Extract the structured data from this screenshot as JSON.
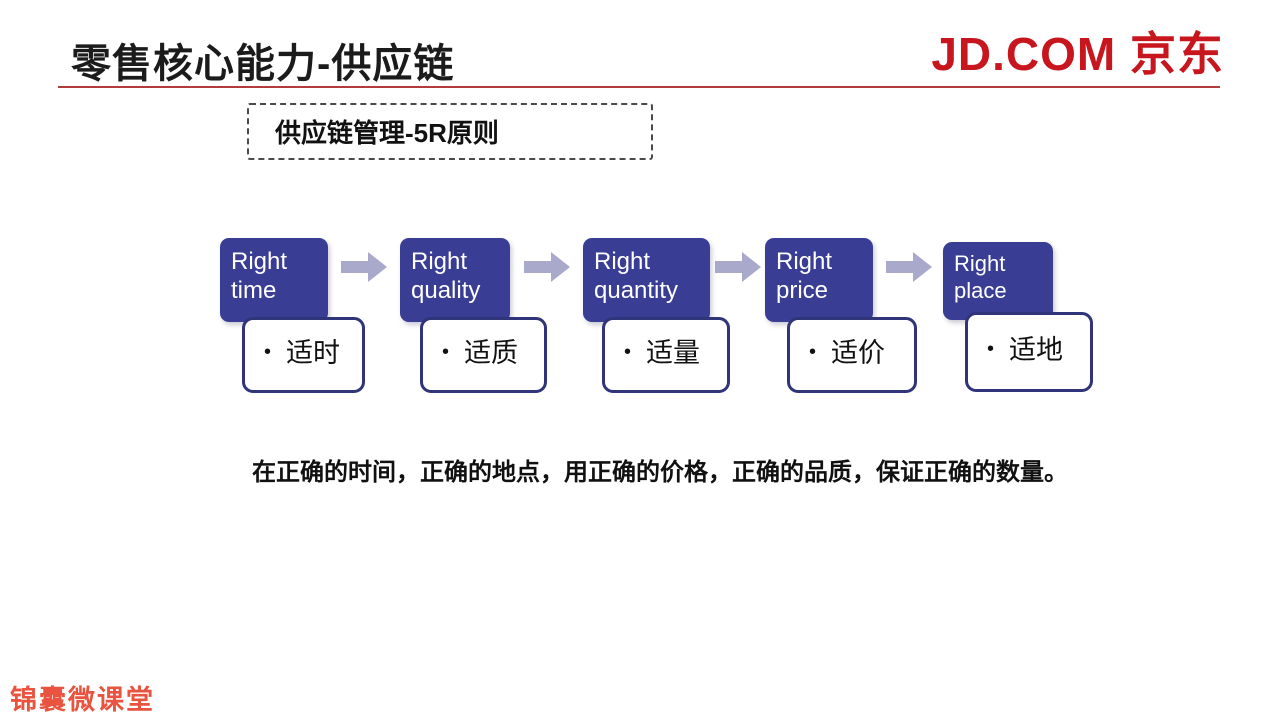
{
  "page": {
    "title": "零售核心能力-供应链",
    "brand_logo": "JD.COM 京东",
    "footer_logo": "锦囊微课堂"
  },
  "subtitle_box": {
    "label": "供应链管理-5R原则"
  },
  "diagram": {
    "bullet": "•",
    "steps": [
      {
        "en": "Right time",
        "cn": "适时"
      },
      {
        "en": "Right quality",
        "cn": "适质"
      },
      {
        "en": "Right quantity",
        "cn": "适量"
      },
      {
        "en": "Right price",
        "cn": "适价"
      },
      {
        "en": "Right place",
        "cn": "适地"
      }
    ]
  },
  "summary": "在正确的时间，正确的地点，用正确的价格，正确的品质，保证正确的数量。",
  "colors": {
    "step_box_fill": "#3A3D94",
    "detail_box_border": "#303478",
    "arrow": "#A9AACB",
    "divider_red": "#B23C3C",
    "jd_red": "#C8161E",
    "footer_logo_red": "#E8543F"
  }
}
